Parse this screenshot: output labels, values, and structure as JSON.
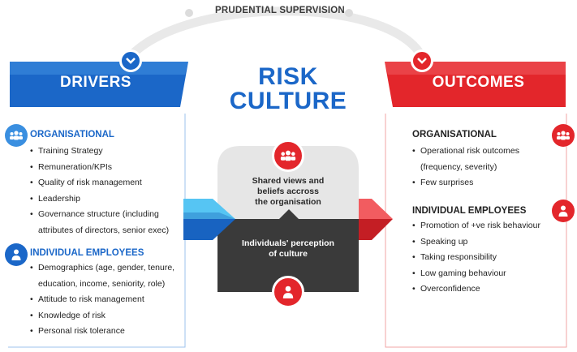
{
  "supervision_label": "PRUDENTIAL SUPERVISION",
  "title_lines": [
    "RISK",
    "CULTURE"
  ],
  "drivers": {
    "banner": "DRIVERS",
    "organisational": {
      "heading": "ORGANISATIONAL",
      "items": [
        "Training Strategy",
        "Remuneration/KPIs",
        "Quality of risk management",
        "Leadership",
        "Governance structure (including",
        "attributes of directors, senior exec)"
      ]
    },
    "individual": {
      "heading": "INDIVIDUAL EMPLOYEES",
      "items": [
        "Demographics (age, gender, tenure,",
        "education, income, seniority, role)",
        "Attitude to risk management",
        "Knowledge of risk",
        "Personal risk tolerance"
      ]
    }
  },
  "outcomes": {
    "banner": "OUTCOMES",
    "organisational": {
      "heading": "ORGANISATIONAL",
      "items": [
        "Operational risk outcomes",
        "(frequency, severity)",
        "Few surprises"
      ]
    },
    "individual": {
      "heading": "INDIVIDUAL EMPLOYEES",
      "items": [
        "Promotion of +ve risk behaviour",
        "Speaking up",
        "Taking responsibility",
        "Low gaming behaviour",
        "Overconfidence"
      ]
    }
  },
  "center": {
    "shared_views": [
      "Shared views and",
      "beliefs accross",
      "the organisation"
    ],
    "individual_perception": [
      "Individuals' perception",
      "of culture"
    ]
  },
  "colors": {
    "blue": "#1b67c8",
    "blue_light": "#3aa0e6",
    "red": "#e3262b",
    "red_dark": "#b51a1f",
    "dark_box": "#3a3a3a",
    "light_box": "#e6e6e6",
    "arc": "#e8e8e8"
  },
  "icons": {
    "group": "group-icon",
    "person": "person-icon",
    "chevron": "chevron-down-icon"
  }
}
